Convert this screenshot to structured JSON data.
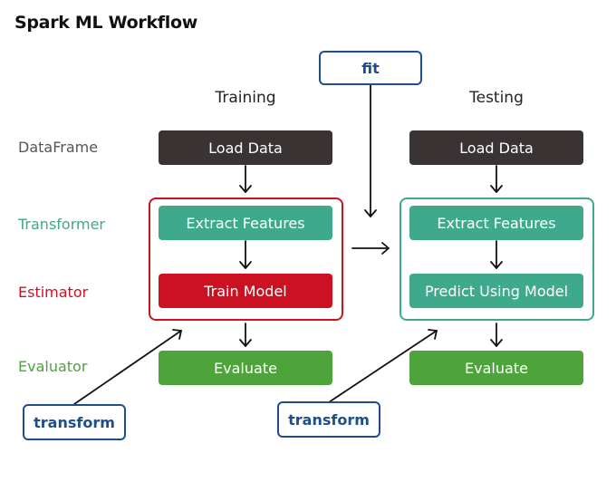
{
  "title": "Spark ML Workflow",
  "columns": {
    "training": "Training",
    "testing": "Testing"
  },
  "rows": {
    "dataframe": "DataFrame",
    "transformer": "Transformer",
    "estimator": "Estimator",
    "evaluator": "Evaluator"
  },
  "training": {
    "load": "Load Data",
    "extract": "Extract Features",
    "train": "Train Model",
    "evaluate": "Evaluate"
  },
  "testing": {
    "load": "Load Data",
    "extract": "Extract Features",
    "predict": "Predict Using Model",
    "evaluate": "Evaluate"
  },
  "operations": {
    "fit": "fit",
    "transform_left": "transform",
    "transform_right": "transform"
  },
  "colors": {
    "dataframe": "#3a3334",
    "transformer": "#3fa98c",
    "estimator": "#cc1122",
    "evaluator": "#4ea33a",
    "operation": "#1f4e8c"
  }
}
